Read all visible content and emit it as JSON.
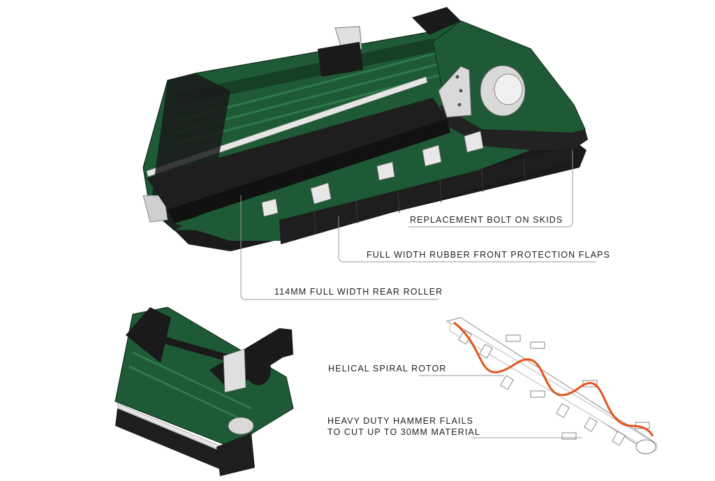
{
  "callouts": {
    "skids": "REPLACEMENT BOLT ON SKIDS",
    "flaps": "FULL WIDTH RUBBER FRONT PROTECTION FLAPS",
    "roller": "114MM FULL WIDTH REAR ROLLER",
    "rotor": "HELICAL SPIRAL ROTOR",
    "flails_line1": "HEAVY DUTY HAMMER FLAILS",
    "flails_line2": "TO CUT UP TO 30MM MATERIAL"
  },
  "colors": {
    "body_green": "#1f5a36",
    "dark_green": "#154429",
    "rubber_black": "#1e1e1e",
    "steel_grey": "#d9d9d9",
    "spiral_orange": "#e2541c"
  }
}
